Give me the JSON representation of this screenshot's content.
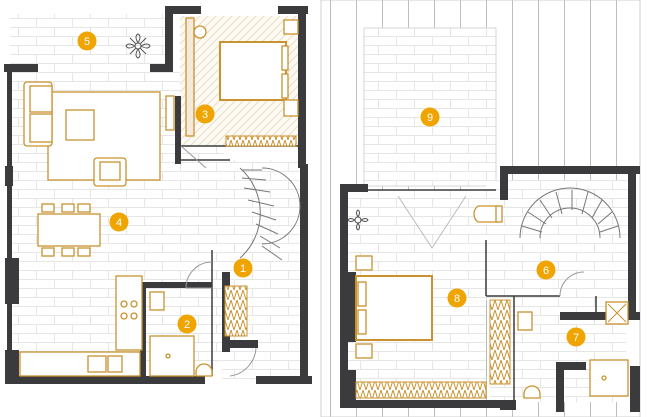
{
  "rooms": [
    {
      "id": "1",
      "label": "1"
    },
    {
      "id": "2",
      "label": "2"
    },
    {
      "id": "3",
      "label": "3"
    },
    {
      "id": "4",
      "label": "4"
    },
    {
      "id": "5",
      "label": "5"
    },
    {
      "id": "6",
      "label": "6"
    },
    {
      "id": "7",
      "label": "7"
    },
    {
      "id": "8",
      "label": "8"
    },
    {
      "id": "9",
      "label": "9"
    }
  ],
  "colors": {
    "wall": "#3b3b3d",
    "accent": "#c9922f",
    "marker": "#f0a400",
    "floor_line": "#e4e4e4",
    "deck_line": "#bdbdbd"
  }
}
